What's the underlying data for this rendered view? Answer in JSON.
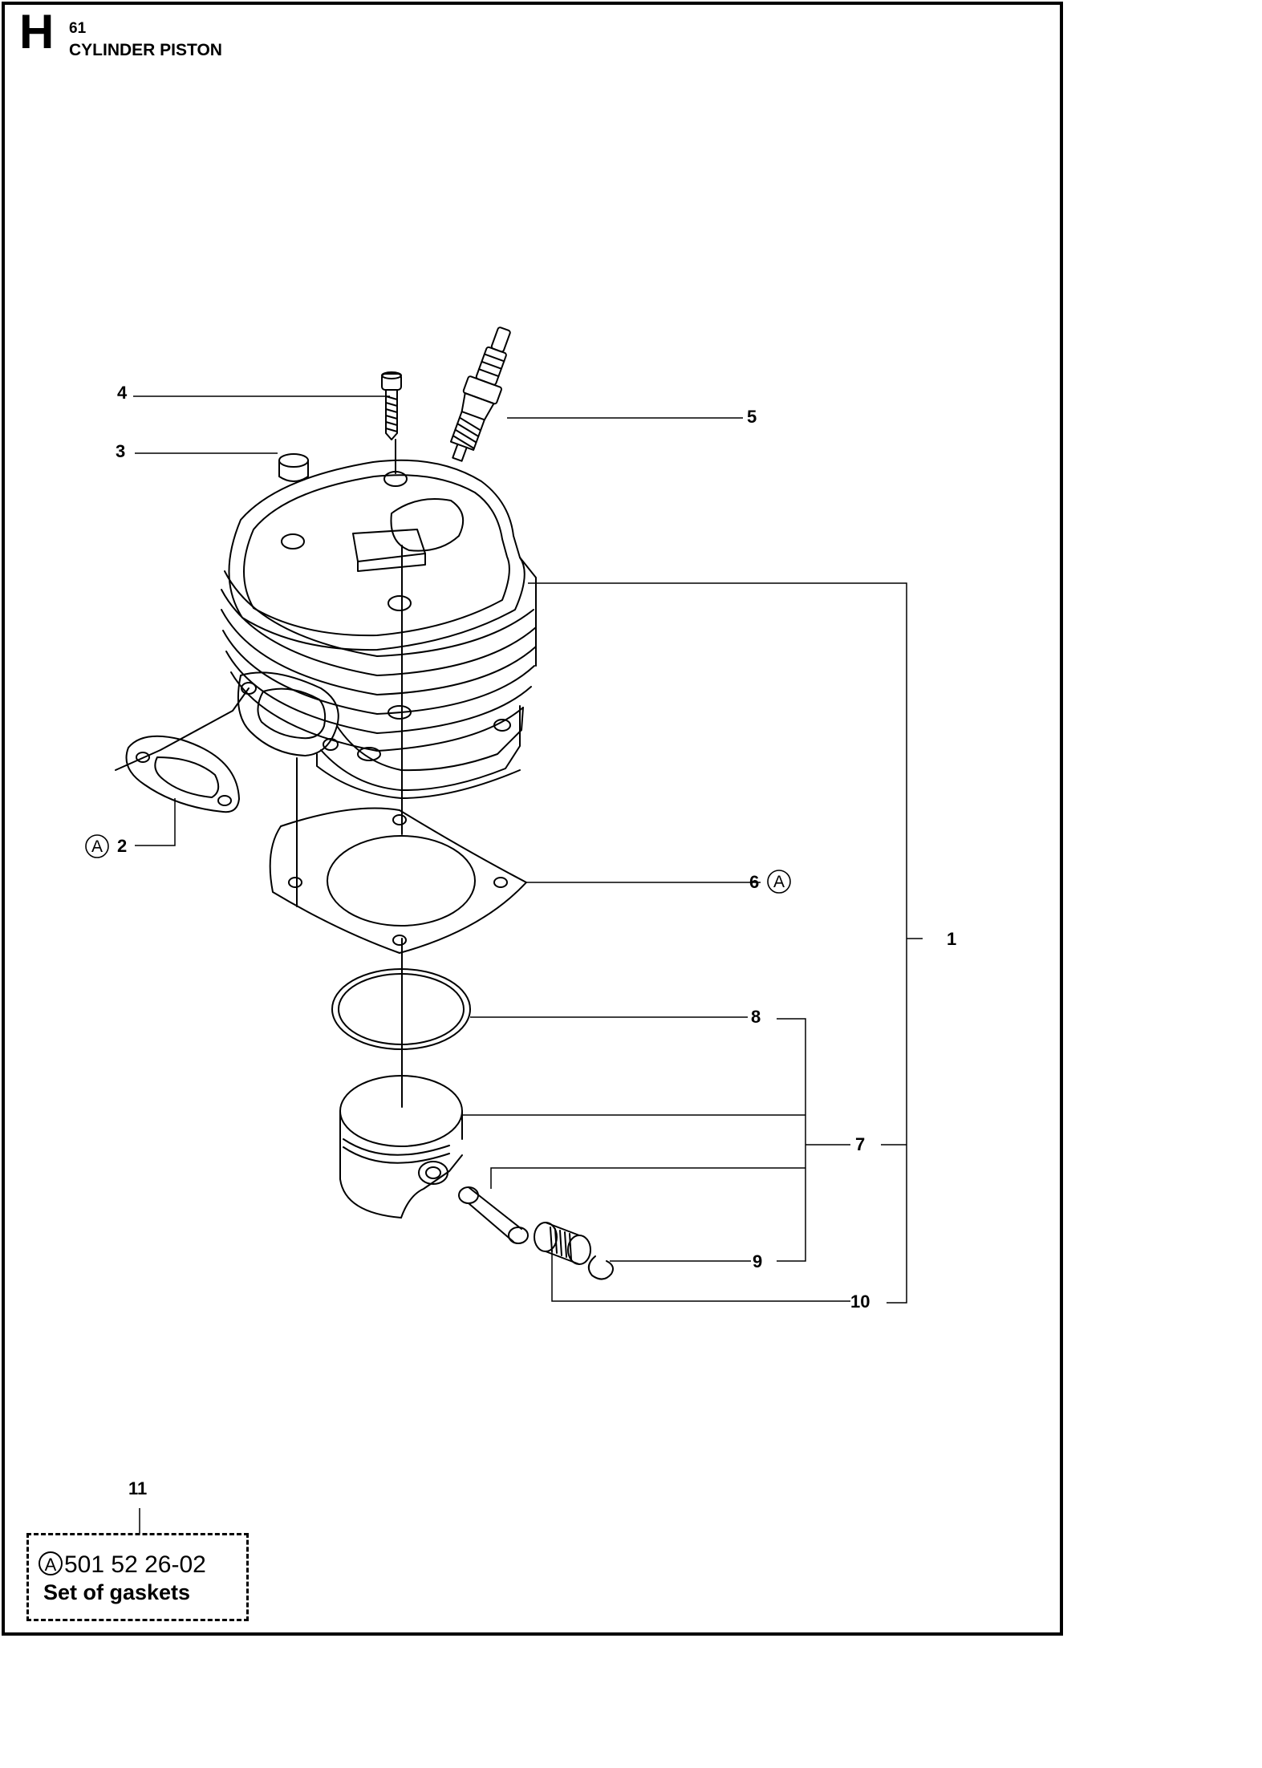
{
  "header": {
    "section_letter": "H",
    "page_number": "61",
    "title": "CYLINDER PISTON"
  },
  "callouts": {
    "c1": "1",
    "c2": "2",
    "c3": "3",
    "c4": "4",
    "c5": "5",
    "c6": "6",
    "c7": "7",
    "c8": "8",
    "c9": "9",
    "c10": "10",
    "c11": "11"
  },
  "marker_letter": "A",
  "kit": {
    "marker": "A",
    "part_number": "501 52 26-02",
    "description": "Set of gaskets"
  }
}
